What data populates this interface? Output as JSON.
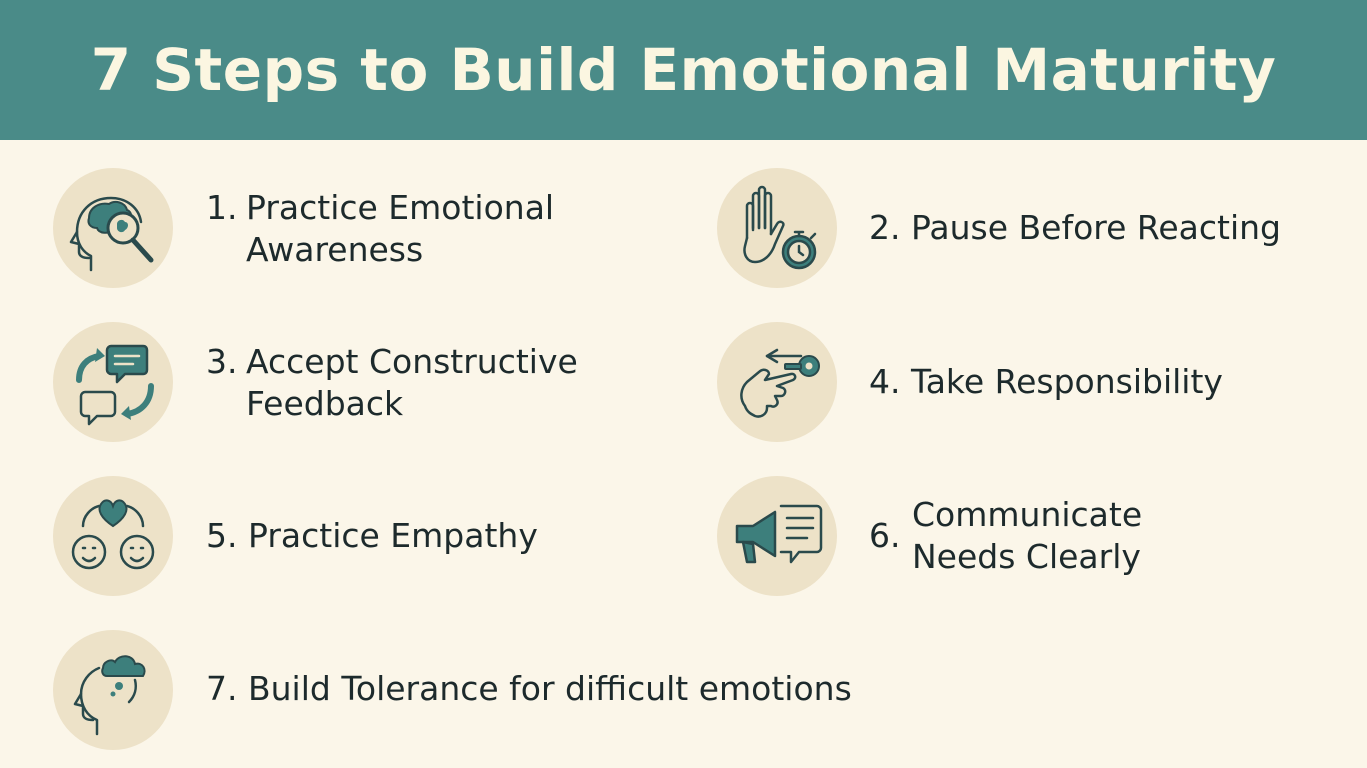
{
  "header": {
    "title": "7 Steps to Build Emotional Maturity"
  },
  "steps": [
    {
      "number": "1.",
      "label": "Practice Emotional Awareness",
      "icon": "head-magnifier-icon"
    },
    {
      "number": "2.",
      "label": "Pause Before Reacting",
      "icon": "hand-stopwatch-icon"
    },
    {
      "number": "3.",
      "label": "Accept Constructive Feedback",
      "icon": "feedback-cycle-icon"
    },
    {
      "number": "4.",
      "label": "Take Responsibility",
      "icon": "pointing-hand-key-icon"
    },
    {
      "number": "5.",
      "label": "Practice Empathy",
      "icon": "faces-heart-icon"
    },
    {
      "number": "6.",
      "label": "Communicate Needs Clearly",
      "icon": "megaphone-message-icon"
    },
    {
      "number": "7.",
      "label": "Build Tolerance for difficult emotions",
      "icon": "head-cloud-icon"
    }
  ],
  "colors": {
    "banner": "#4a8b88",
    "background": "#fbf6e9",
    "icon_circle": "#ede2c8",
    "icon_stroke": "#2a4a4c",
    "icon_accent": "#3d7f7c",
    "title_text": "#fbf6e1",
    "body_text": "#1d2a2c"
  }
}
